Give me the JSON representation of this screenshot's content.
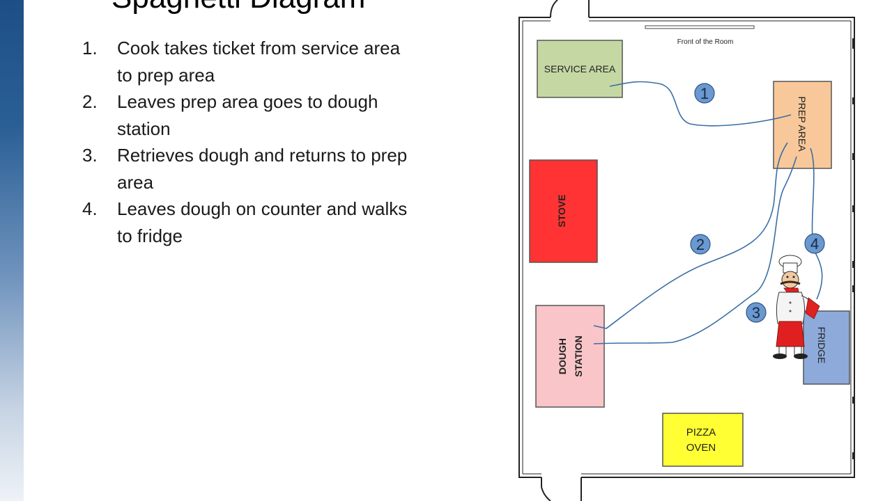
{
  "slide": {
    "title": "Spaghetti Diagram"
  },
  "steps": [
    {
      "number": "1.",
      "text": "Cook takes ticket from service area to prep area"
    },
    {
      "number": "2.",
      "text": "Leaves prep area goes to dough station"
    },
    {
      "number": "3.",
      "text": "Retrieves dough and returns to prep area"
    },
    {
      "number": "4.",
      "text": "Leaves dough on counter and walks to fridge"
    }
  ],
  "floor_plan": {
    "front_label": "Front of the Room",
    "stations": {
      "service_area": {
        "label": "SERVICE AREA",
        "color": "#c5d8a4"
      },
      "prep_area": {
        "label": "PREP AREA",
        "color": "#f8c89a"
      },
      "stove": {
        "label": "STOVE",
        "color": "#ff3333"
      },
      "dough_station": {
        "line1": "DOUGH",
        "line2": "STATION",
        "color": "#f9c5c8"
      },
      "fridge": {
        "label": "FRIDGE",
        "color": "#8eaadb"
      },
      "pizza_oven": {
        "line1": "PIZZA",
        "line2": "OVEN",
        "color": "#ffff33"
      }
    },
    "markers": [
      "1",
      "2",
      "3",
      "4"
    ],
    "marker_color": "#6a98d0",
    "path_color": "#3b6ea5"
  }
}
